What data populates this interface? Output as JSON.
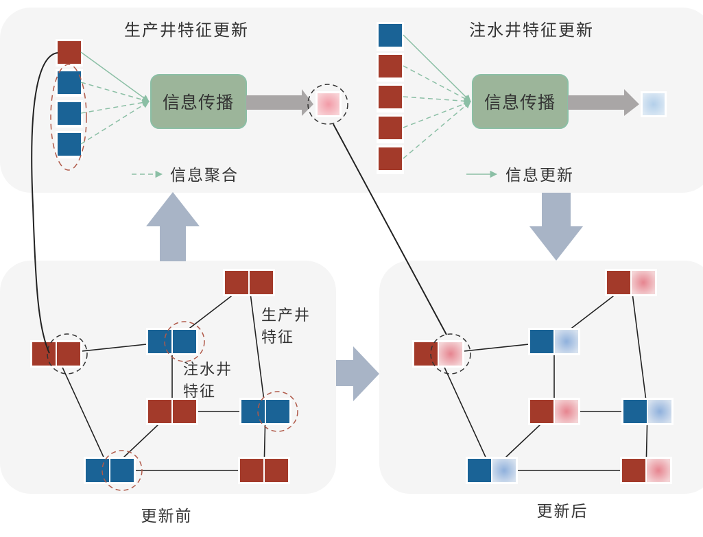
{
  "colors": {
    "producer": "#a33a2a",
    "injector": "#1a6396",
    "producer_updated": "#e88b98",
    "injector_updated": "#9dbfe0",
    "panel_bg": "#f5f5f5",
    "propagate_box": "#9cb59a",
    "propagate_border": "#8bbfa5",
    "flow_arrow": "#a9a6a6",
    "big_arrow": "#a8b4c6",
    "edge": "#222222",
    "green_line": "#8bbfa5",
    "red_dash": "#b05a4a",
    "black_dash": "#333333"
  },
  "top_left": {
    "title": "生产井特征更新",
    "box_label": "信息传播",
    "legend_label": "信息聚合",
    "input_stack": [
      "producer",
      "injector",
      "injector",
      "injector"
    ]
  },
  "top_right": {
    "title": "注水井特征更新",
    "box_label": "信息传播",
    "legend_label": "信息更新",
    "input_stack": [
      "injector",
      "producer",
      "producer",
      "producer",
      "producer"
    ]
  },
  "before": {
    "caption": "更新前",
    "annotation_producer": [
      "生产井",
      "特征"
    ],
    "annotation_injector": [
      "注水井",
      "特征"
    ]
  },
  "after": {
    "caption": "更新后"
  },
  "graph": {
    "nodes": [
      {
        "id": "n1",
        "type": "producer"
      },
      {
        "id": "n2",
        "type": "injector"
      },
      {
        "id": "n3",
        "type": "producer"
      },
      {
        "id": "n4",
        "type": "producer"
      },
      {
        "id": "n5",
        "type": "injector"
      },
      {
        "id": "n6",
        "type": "injector"
      },
      {
        "id": "n7",
        "type": "producer"
      }
    ],
    "edges": [
      [
        "n1",
        "n2"
      ],
      [
        "n1",
        "n6"
      ],
      [
        "n2",
        "n3"
      ],
      [
        "n2",
        "n4"
      ],
      [
        "n3",
        "n5"
      ],
      [
        "n4",
        "n5"
      ],
      [
        "n4",
        "n6"
      ],
      [
        "n5",
        "n7"
      ],
      [
        "n6",
        "n7"
      ]
    ]
  }
}
